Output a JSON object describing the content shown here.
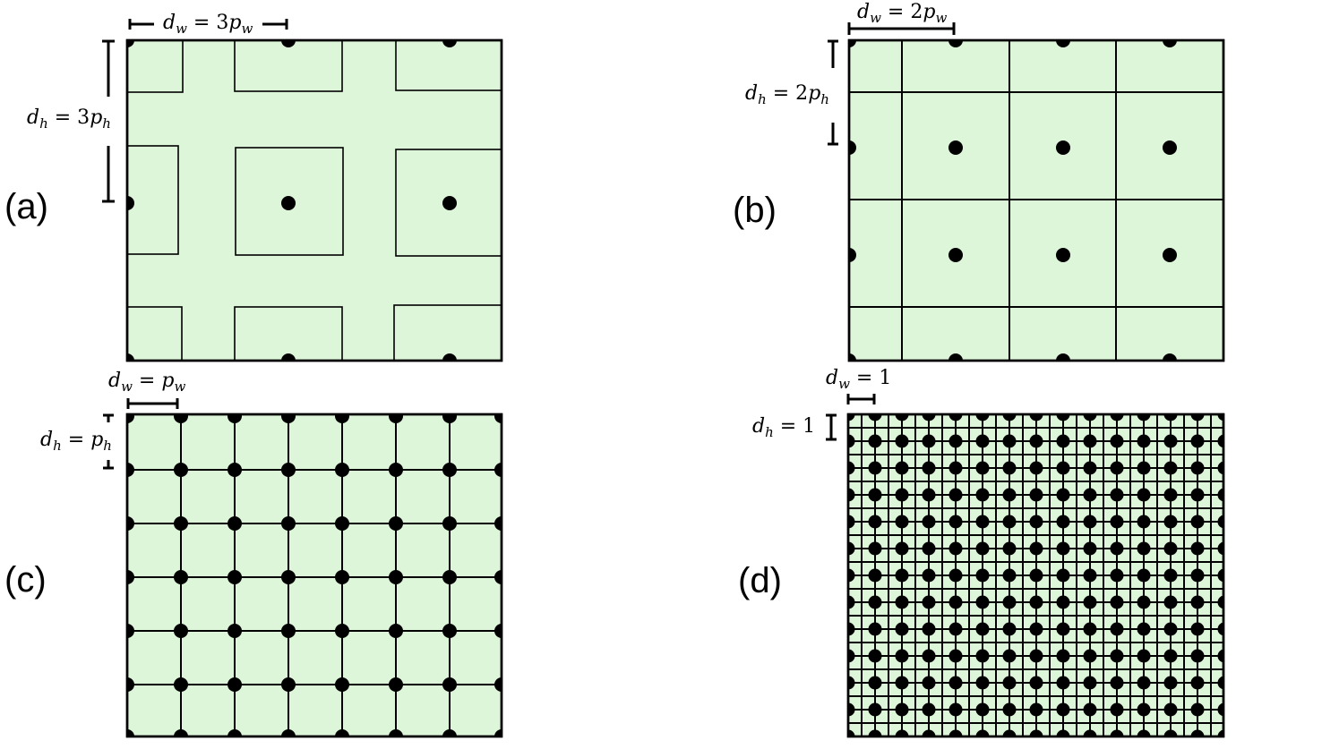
{
  "panels": [
    {
      "id": "a",
      "label": "(a)",
      "dw": {
        "var": "d",
        "sub": "w",
        "eq": " = 3",
        "var2": "p",
        "sub2": "w"
      },
      "dh": {
        "var": "d",
        "sub": "h",
        "eq": " = 3",
        "var2": "p",
        "sub2": "h"
      },
      "stride": 3
    },
    {
      "id": "b",
      "label": "(b)",
      "dw": {
        "var": "d",
        "sub": "w",
        "eq": " = 2",
        "var2": "p",
        "sub2": "w"
      },
      "dh": {
        "var": "d",
        "sub": "h",
        "eq": " = 2",
        "var2": "p",
        "sub2": "h"
      },
      "stride": 2
    },
    {
      "id": "c",
      "label": "(c)",
      "dw": {
        "var": "d",
        "sub": "w",
        "eq": " = ",
        "var2": "p",
        "sub2": "w"
      },
      "dh": {
        "var": "d",
        "sub": "h",
        "eq": " = ",
        "var2": "p",
        "sub2": "h"
      },
      "stride": 1
    },
    {
      "id": "d",
      "label": "(d)",
      "dw": {
        "var": "d",
        "sub": "w",
        "eq": " = 1",
        "var2": "",
        "sub2": ""
      },
      "dh": {
        "var": "d",
        "sub": "h",
        "eq": " = 1",
        "var2": "",
        "sub2": ""
      },
      "stride": 0.5
    }
  ],
  "colors": {
    "fill": "#ddf5d8",
    "line": "#000000"
  }
}
